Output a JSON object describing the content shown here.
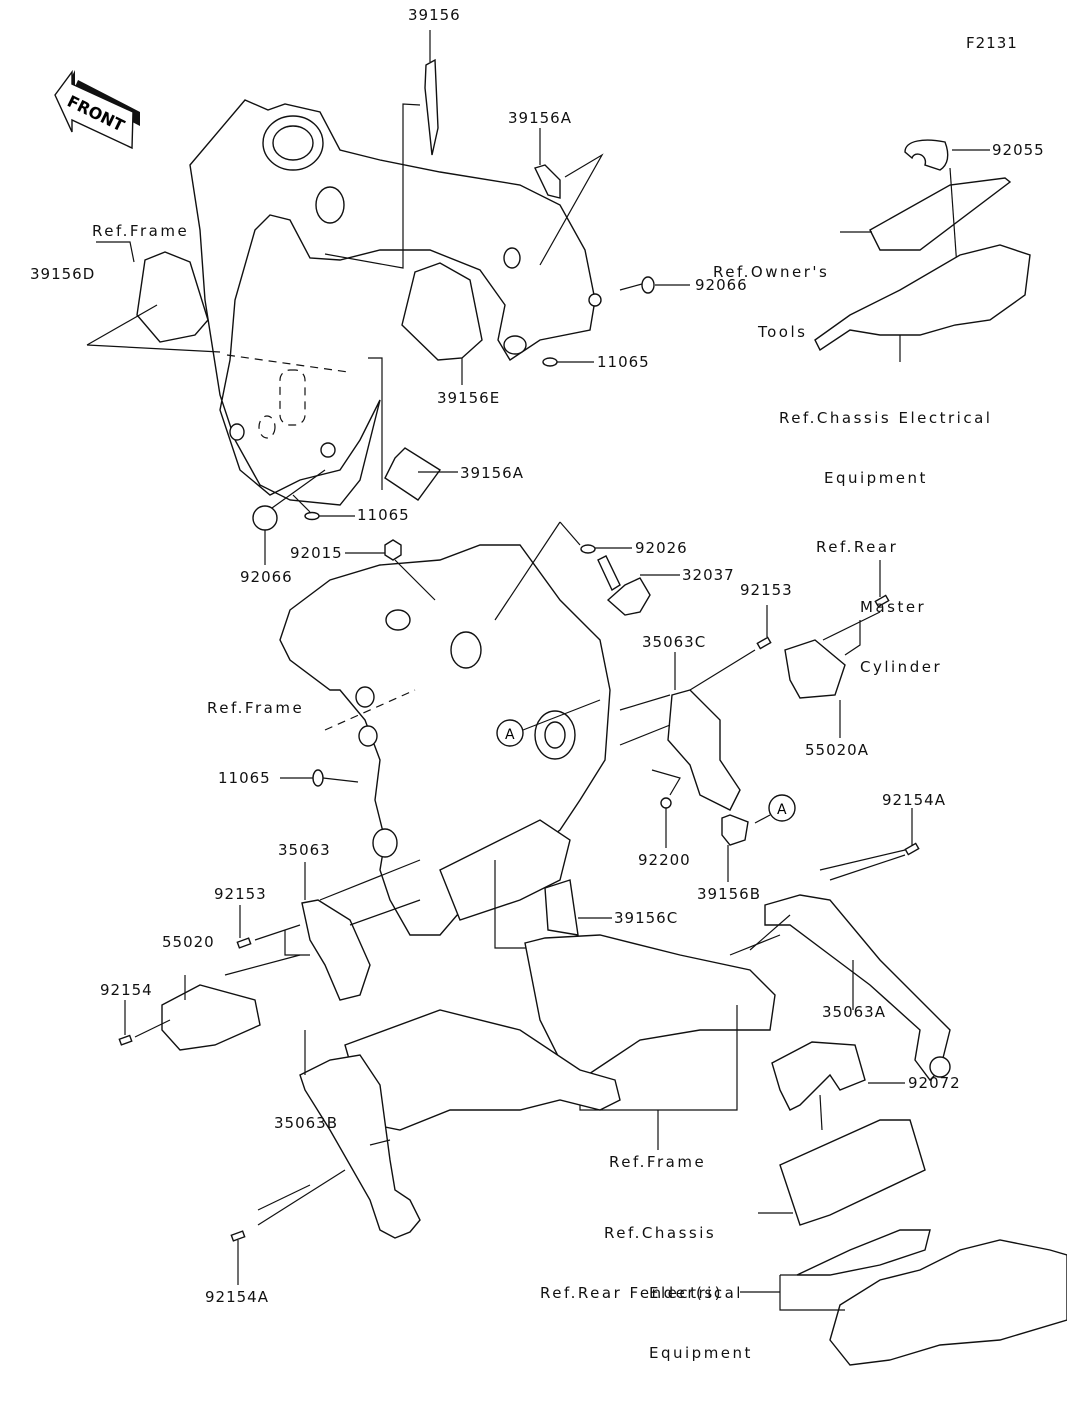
{
  "diagram": {
    "figure_id": "F2131",
    "front_indicator": "FRONT",
    "part_labels": [
      {
        "id": "p1",
        "text": "39156"
      },
      {
        "id": "p2",
        "text": "39156A"
      },
      {
        "id": "p3",
        "text": "92055"
      },
      {
        "id": "p4",
        "text": "39156D"
      },
      {
        "id": "p5",
        "text": "92066"
      },
      {
        "id": "p6",
        "text": "11065"
      },
      {
        "id": "p7",
        "text": "39156E"
      },
      {
        "id": "p8",
        "text": "39156A"
      },
      {
        "id": "p9",
        "text": "11065"
      },
      {
        "id": "p10",
        "text": "92066"
      },
      {
        "id": "p11",
        "text": "92015"
      },
      {
        "id": "p12",
        "text": "92026"
      },
      {
        "id": "p13",
        "text": "32037"
      },
      {
        "id": "p14",
        "text": "92153"
      },
      {
        "id": "p15",
        "text": "35063C"
      },
      {
        "id": "p16",
        "text": "55020A"
      },
      {
        "id": "p17",
        "text": "11065"
      },
      {
        "id": "p18",
        "text": "92200"
      },
      {
        "id": "p19",
        "text": "92154A"
      },
      {
        "id": "p20",
        "text": "39156B"
      },
      {
        "id": "p21",
        "text": "35063"
      },
      {
        "id": "p22",
        "text": "92153"
      },
      {
        "id": "p23",
        "text": "39156C"
      },
      {
        "id": "p24",
        "text": "55020"
      },
      {
        "id": "p25",
        "text": "92154"
      },
      {
        "id": "p26",
        "text": "35063A"
      },
      {
        "id": "p27",
        "text": "92072"
      },
      {
        "id": "p28",
        "text": "35063B"
      },
      {
        "id": "p29",
        "text": "92154A"
      }
    ],
    "reference_labels": {
      "frame_top": "Ref.Frame",
      "owners_tools": [
        "Ref.Owner's",
        "Tools"
      ],
      "chassis_electrical_top": [
        "Ref.Chassis Electrical",
        "Equipment"
      ],
      "rear_master_cylinder": [
        "Ref.Rear",
        "Master",
        "Cylinder"
      ],
      "frame_mid": "Ref.Frame",
      "frame_bottom": "Ref.Frame",
      "chassis_electrical_bottom": [
        "Ref.Chassis",
        "Electrical",
        "Equipment"
      ],
      "rear_fenders": "Ref.Rear Fender(s)"
    },
    "callout_markers": [
      "A",
      "A"
    ]
  }
}
